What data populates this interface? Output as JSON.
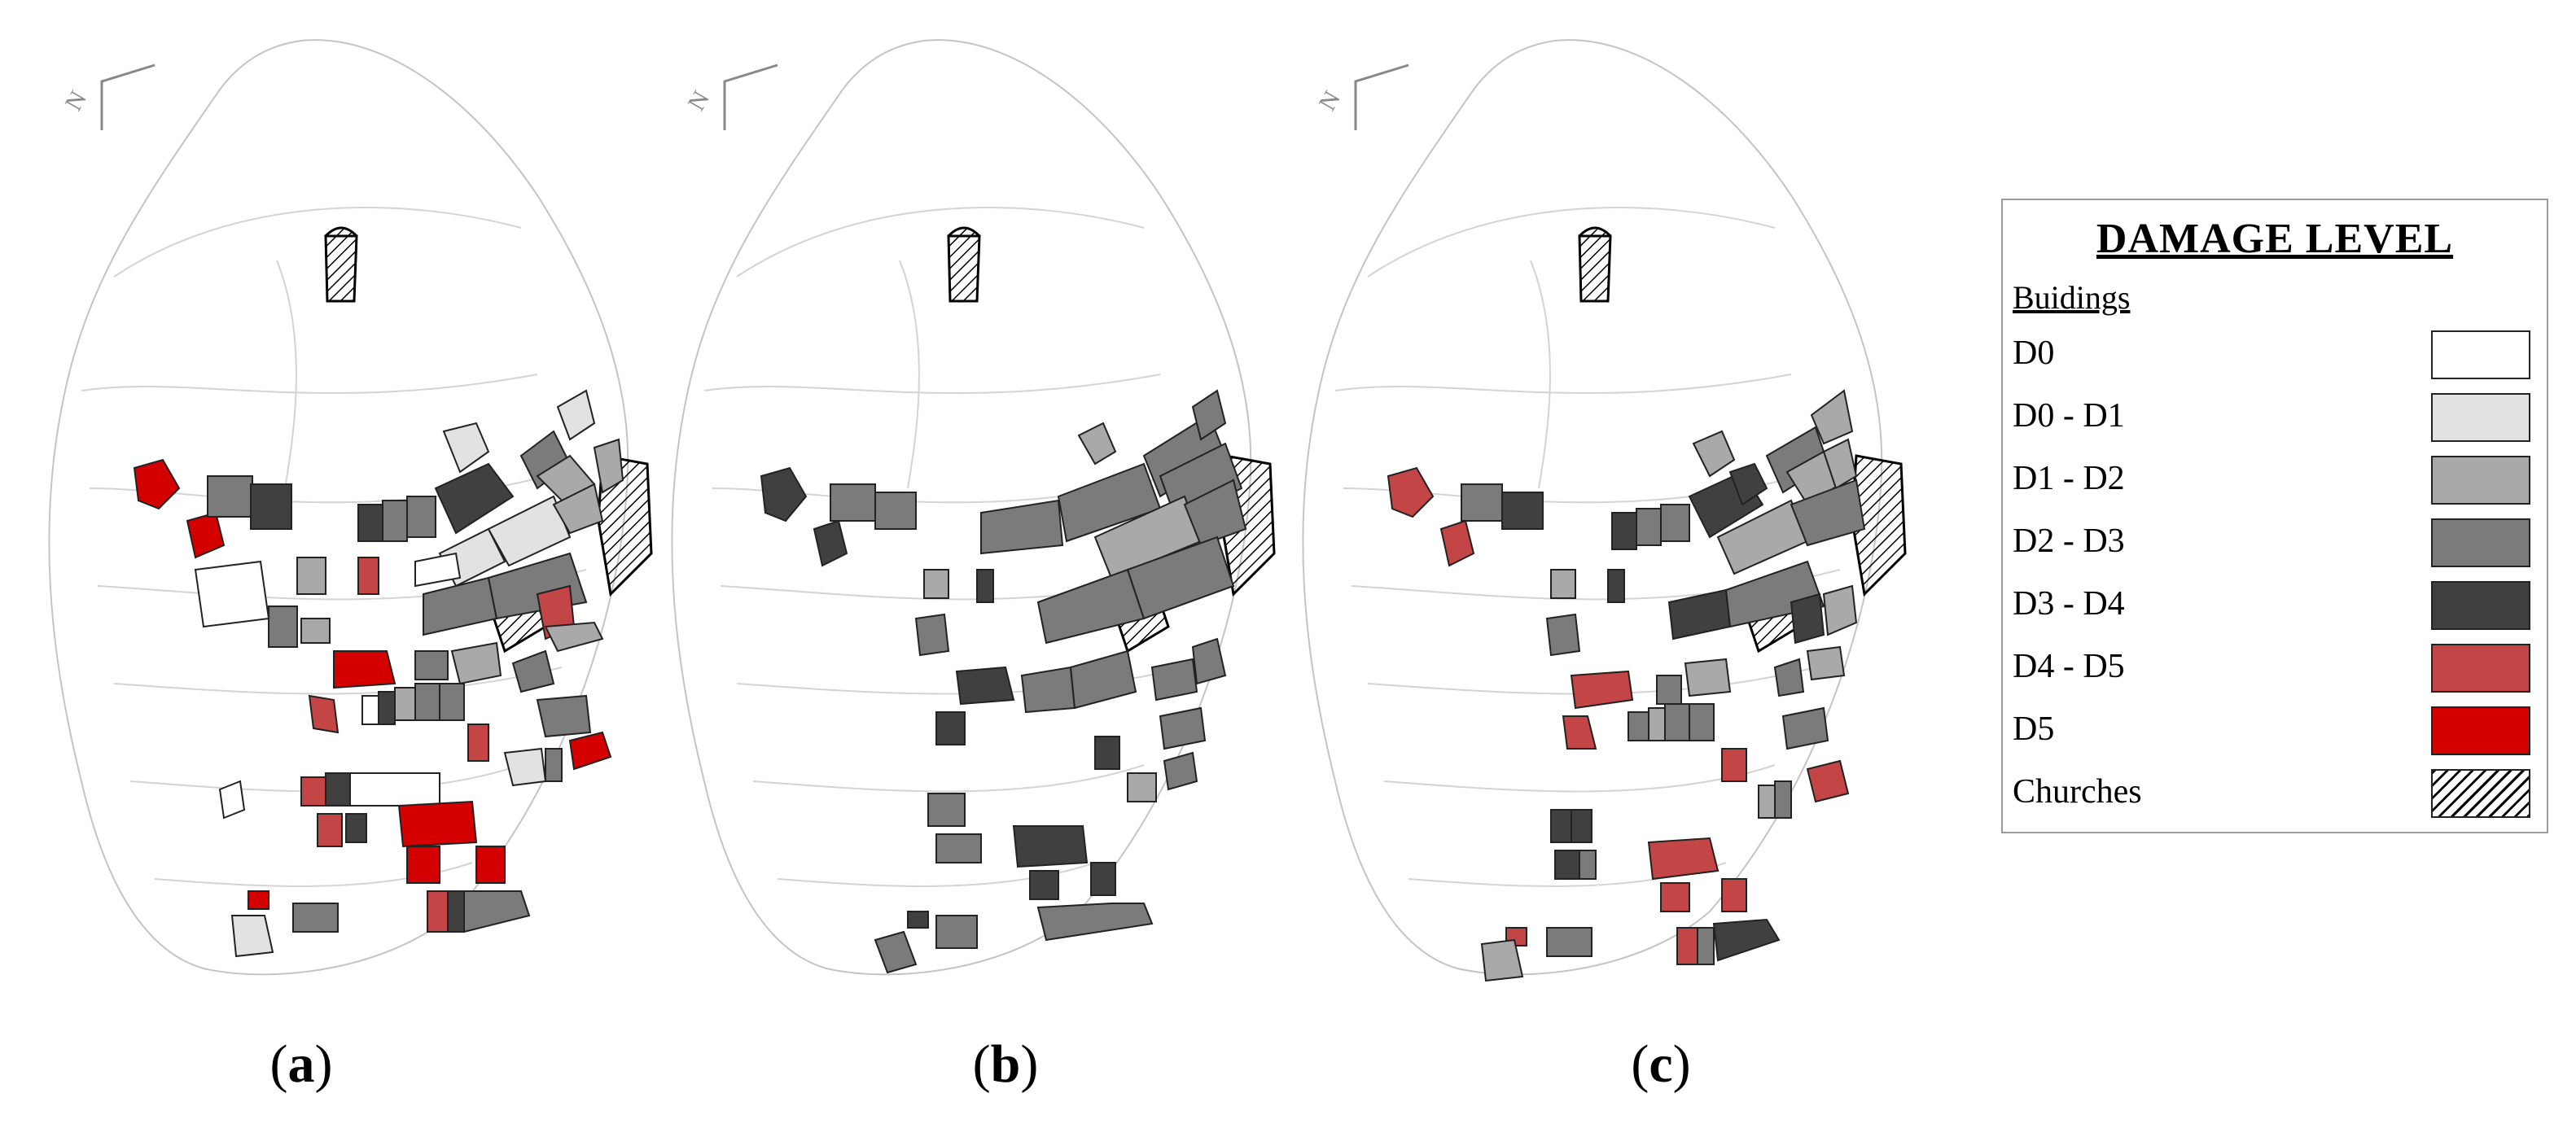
{
  "panels": [
    {
      "id": "a",
      "caption": "a"
    },
    {
      "id": "b",
      "caption": "b"
    },
    {
      "id": "c",
      "caption": "c"
    }
  ],
  "legend": {
    "title": "DAMAGE LEVEL",
    "subtitle": "Buidings",
    "items": [
      {
        "label": "D0",
        "color": "#ffffff"
      },
      {
        "label": "D0 - D1",
        "color": "#e2e2e2"
      },
      {
        "label": "D1 - D2",
        "color": "#a9a9a9"
      },
      {
        "label": "D2 - D3",
        "color": "#7b7b7b"
      },
      {
        "label": "D3 - D4",
        "color": "#404040"
      },
      {
        "label": "D4 - D5",
        "color": "#c44545"
      },
      {
        "label": "D5",
        "color": "#d40000"
      },
      {
        "label": "Churches",
        "color": "hatch"
      }
    ]
  },
  "north_arrow_label": "N",
  "colors": {
    "outline": "#c4c4c4",
    "building_stroke": "#222222"
  }
}
